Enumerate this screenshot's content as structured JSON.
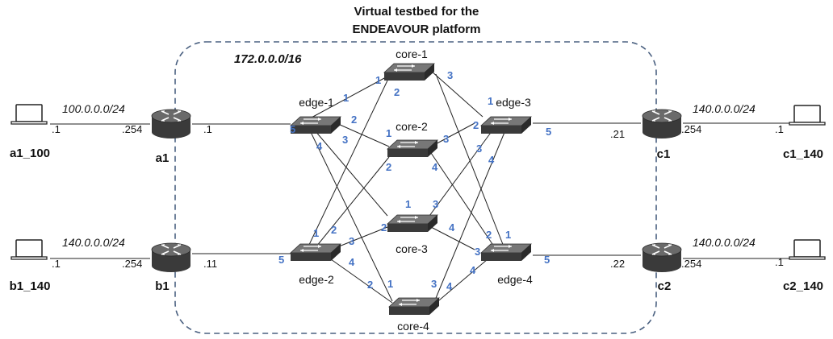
{
  "title_line1": "Virtual testbed for the",
  "title_line2": "ENDEAVOUR platform",
  "network": "172.0.0.0/16",
  "subnets": {
    "a1": "100.0.0.0/24",
    "b1": "140.0.0.0/24",
    "c1": "140.0.0.0/24",
    "c2": "140.0.0.0/24"
  },
  "hosts": {
    "a1_100": "a1_100",
    "b1_140": "b1_140",
    "c1_140": "c1_140",
    "c2_140": "c2_140"
  },
  "routers": {
    "a1": "a1",
    "b1": "b1",
    "c1": "c1",
    "c2": "c2"
  },
  "switches": {
    "core1": "core-1",
    "core2": "core-2",
    "core3": "core-3",
    "core4": "core-4",
    "edge1": "edge-1",
    "edge2": "edge-2",
    "edge3": "edge-3",
    "edge4": "edge-4"
  },
  "addresses": {
    "a1_host": ".1",
    "a1_lan": ".254",
    "a1_fab": ".1",
    "b1_host": ".1",
    "b1_lan": ".254",
    "b1_fab": ".11",
    "c1_host": ".1",
    "c1_lan": ".254",
    "c1_fab": ".21",
    "c2_host": ".1",
    "c2_lan": ".254",
    "c2_fab": ".22"
  },
  "ports": {
    "p1": "1",
    "p2": "2",
    "p3": "3",
    "p4": "4",
    "p5": "5"
  },
  "colors": {
    "port_label": "#4472c4",
    "border_dash": "#4a6080",
    "router_body": "#3a3a3a",
    "switch_body": "#3a3a3a"
  },
  "icons": [
    "laptop-icon",
    "router-icon",
    "switch-icon"
  ]
}
